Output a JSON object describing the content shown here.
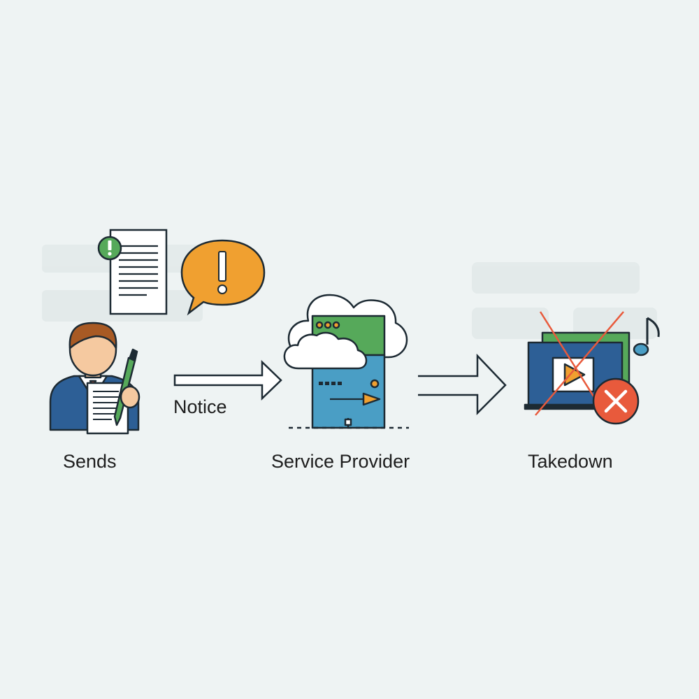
{
  "diagram": {
    "steps": [
      {
        "label": "Sends"
      },
      {
        "label": "Service Provider"
      },
      {
        "label": "Takedown"
      }
    ],
    "arrow_label": "Notice"
  },
  "colors": {
    "background": "#eef3f3",
    "outline": "#1d2a33",
    "navy": "#2d5f96",
    "teal": "#4a9ec5",
    "green": "#56a95a",
    "orange": "#f0a030",
    "red": "#e85a3c",
    "paper": "#ffffff"
  },
  "icons": {
    "sender": "person-writing-icon",
    "notice": "document-alert-icon",
    "alert": "speech-bubble-alert-icon",
    "provider": "cloud-server-icon",
    "takedown": "blocked-media-icon"
  }
}
